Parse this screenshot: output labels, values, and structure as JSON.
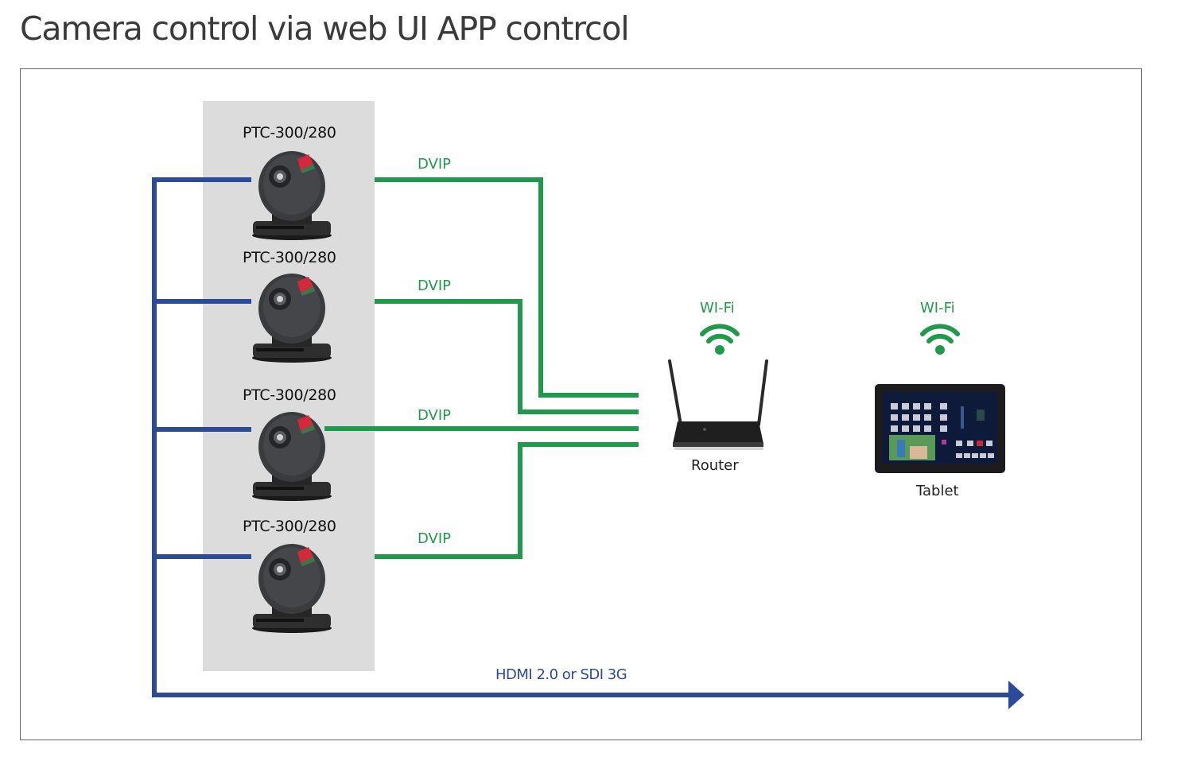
{
  "title": "Camera control via web UI APP contrcol",
  "colors": {
    "blue_wire": "#2b4a9a",
    "green_wire": "#1e9a4a",
    "panel_bg": "#dcdcdc",
    "frame_border": "#6b6b6b"
  },
  "cameras": [
    {
      "model": "PTC-300/280",
      "link_label": "DVIP"
    },
    {
      "model": "PTC-300/280",
      "link_label": "DVIP"
    },
    {
      "model": "PTC-300/280",
      "link_label": "DVIP"
    },
    {
      "model": "PTC-300/280",
      "link_label": "DVIP"
    }
  ],
  "router": {
    "label": "Router",
    "wireless_label": "WI-Fi",
    "icon": "wifi-icon"
  },
  "tablet": {
    "label": "Tablet",
    "wireless_label": "WI-Fi",
    "icon": "wifi-icon"
  },
  "output": {
    "label": "HDMI 2.0 or SDI 3G",
    "icon": "arrow-right-icon"
  }
}
